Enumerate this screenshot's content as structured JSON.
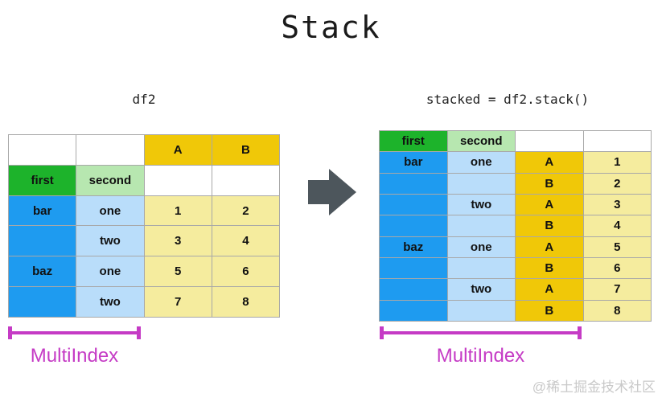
{
  "title": "Stack",
  "left_panel": {
    "label": "df2",
    "bracket_label": "MultiIndex"
  },
  "right_panel": {
    "label": "stacked = df2.stack()",
    "bracket_label": "MultiIndex"
  },
  "watermark": "@稀土掘金技术社区",
  "colors": {
    "gold": "#f0c808",
    "light_yellow": "#f5ec9e",
    "green": "#1db32b",
    "light_green": "#b7e7b0",
    "blue": "#1e9bf0",
    "light_blue": "#b9ddfa",
    "magenta": "#c53bc5",
    "arrow_gray": "#4d565c"
  },
  "left_table": {
    "rows": [
      [
        {
          "t": "",
          "k": "white"
        },
        {
          "t": "",
          "k": "white"
        },
        {
          "t": "A",
          "k": "gold"
        },
        {
          "t": "B",
          "k": "gold"
        }
      ],
      [
        {
          "t": "first",
          "k": "green"
        },
        {
          "t": "second",
          "k": "lgreen"
        },
        {
          "t": "",
          "k": "white"
        },
        {
          "t": "",
          "k": "white"
        }
      ],
      [
        {
          "t": "bar",
          "k": "blue"
        },
        {
          "t": "one",
          "k": "lblue"
        },
        {
          "t": "1",
          "k": "yellow"
        },
        {
          "t": "2",
          "k": "yellow"
        }
      ],
      [
        {
          "t": "",
          "k": "blue"
        },
        {
          "t": "two",
          "k": "lblue"
        },
        {
          "t": "3",
          "k": "yellow"
        },
        {
          "t": "4",
          "k": "yellow"
        }
      ],
      [
        {
          "t": "baz",
          "k": "blue"
        },
        {
          "t": "one",
          "k": "lblue"
        },
        {
          "t": "5",
          "k": "yellow"
        },
        {
          "t": "6",
          "k": "yellow"
        }
      ],
      [
        {
          "t": "",
          "k": "blue"
        },
        {
          "t": "two",
          "k": "lblue"
        },
        {
          "t": "7",
          "k": "yellow"
        },
        {
          "t": "8",
          "k": "yellow"
        }
      ]
    ]
  },
  "right_table": {
    "rows": [
      [
        {
          "t": "first",
          "k": "green"
        },
        {
          "t": "second",
          "k": "lgreen"
        },
        {
          "t": "",
          "k": "white"
        },
        {
          "t": "",
          "k": "white"
        }
      ],
      [
        {
          "t": "bar",
          "k": "blue"
        },
        {
          "t": "one",
          "k": "lblue"
        },
        {
          "t": "A",
          "k": "gold"
        },
        {
          "t": "1",
          "k": "yellow"
        }
      ],
      [
        {
          "t": "",
          "k": "blue"
        },
        {
          "t": "",
          "k": "lblue"
        },
        {
          "t": "B",
          "k": "gold"
        },
        {
          "t": "2",
          "k": "yellow"
        }
      ],
      [
        {
          "t": "",
          "k": "blue"
        },
        {
          "t": "two",
          "k": "lblue"
        },
        {
          "t": "A",
          "k": "gold"
        },
        {
          "t": "3",
          "k": "yellow"
        }
      ],
      [
        {
          "t": "",
          "k": "blue"
        },
        {
          "t": "",
          "k": "lblue"
        },
        {
          "t": "B",
          "k": "gold"
        },
        {
          "t": "4",
          "k": "yellow"
        }
      ],
      [
        {
          "t": "baz",
          "k": "blue"
        },
        {
          "t": "one",
          "k": "lblue"
        },
        {
          "t": "A",
          "k": "gold"
        },
        {
          "t": "5",
          "k": "yellow"
        }
      ],
      [
        {
          "t": "",
          "k": "blue"
        },
        {
          "t": "",
          "k": "lblue"
        },
        {
          "t": "B",
          "k": "gold"
        },
        {
          "t": "6",
          "k": "yellow"
        }
      ],
      [
        {
          "t": "",
          "k": "blue"
        },
        {
          "t": "two",
          "k": "lblue"
        },
        {
          "t": "A",
          "k": "gold"
        },
        {
          "t": "7",
          "k": "yellow"
        }
      ],
      [
        {
          "t": "",
          "k": "blue"
        },
        {
          "t": "",
          "k": "lblue"
        },
        {
          "t": "B",
          "k": "gold"
        },
        {
          "t": "8",
          "k": "yellow"
        }
      ]
    ]
  }
}
